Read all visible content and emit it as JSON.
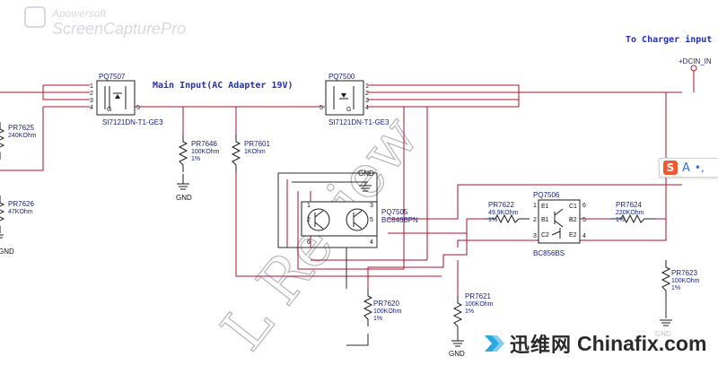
{
  "watermark": {
    "line1": "Apowersoft",
    "line2": "ScreenCapturePro",
    "diagonal": "L Review"
  },
  "net_titles": {
    "main_input": "Main Input(AC Adapter 19V)",
    "charger": "To Charger input"
  },
  "net_labels": {
    "dcin": "+DCIN_IN"
  },
  "mosfets": [
    {
      "ref": "PQ7507",
      "part": "SI7121DN-T1-GE3",
      "pins": [
        "1",
        "2",
        "3",
        "4",
        "5"
      ]
    },
    {
      "ref": "PQ7500",
      "part": "SI7121DN-T1-GE3",
      "pins": [
        "1",
        "2",
        "3",
        "4",
        "5"
      ]
    }
  ],
  "transistor_pairs": [
    {
      "ref": "PQ7505",
      "part": "BC846BPN",
      "pins": [
        "1",
        "2",
        "3",
        "4",
        "5",
        "6"
      ]
    },
    {
      "ref": "PQ7506",
      "part": "BC856BS",
      "pins": [
        "1",
        "2",
        "3",
        "4",
        "5",
        "6"
      ],
      "pin_names": [
        "E1",
        "B1",
        "C2",
        "C1",
        "B2",
        "E2"
      ]
    }
  ],
  "resistors": [
    {
      "ref": "PR7625",
      "value": "240KOhm",
      "tol": ""
    },
    {
      "ref": "PR7626",
      "value": "47KOhm",
      "tol": ""
    },
    {
      "ref": "PR7646",
      "value": "100KOhm",
      "tol": "1%"
    },
    {
      "ref": "PR7601",
      "value": "1KOhm",
      "tol": ""
    },
    {
      "ref": "PR7620",
      "value": "100KOhm",
      "tol": "1%"
    },
    {
      "ref": "PR7621",
      "value": "100KOhm",
      "tol": "1%"
    },
    {
      "ref": "PR7622",
      "value": "49.9KOhm",
      "tol": "1%"
    },
    {
      "ref": "PR7624",
      "value": "220KOhm",
      "tol": "1%"
    },
    {
      "ref": "PR7623",
      "value": "100KOhm",
      "tol": "1%"
    }
  ],
  "gnd_label": "GND",
  "ime": {
    "logo": "S",
    "mode": "A",
    "punct": "•,"
  },
  "brand": {
    "cn": "迅维网",
    "en": "Chinafix.com"
  },
  "colors": {
    "wire_red": "#b0122a",
    "title_blue": "#1f2fb8",
    "ref_blue": "#1a237e"
  }
}
